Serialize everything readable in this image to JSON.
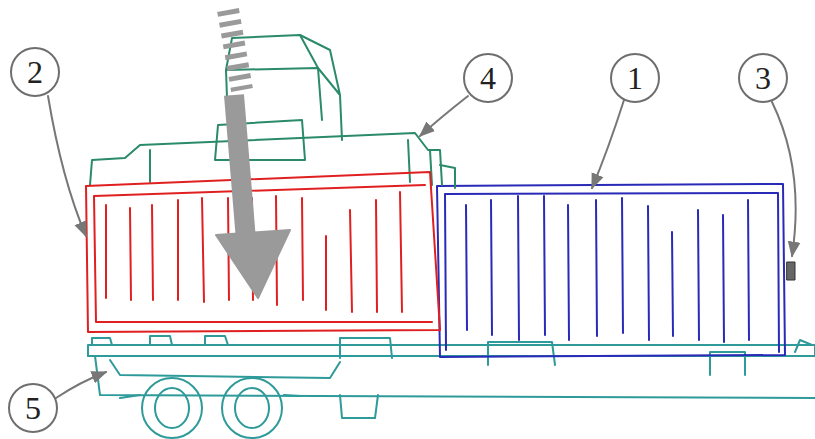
{
  "diagram": {
    "labels": [
      "2",
      "4",
      "1",
      "3",
      "5"
    ]
  }
}
